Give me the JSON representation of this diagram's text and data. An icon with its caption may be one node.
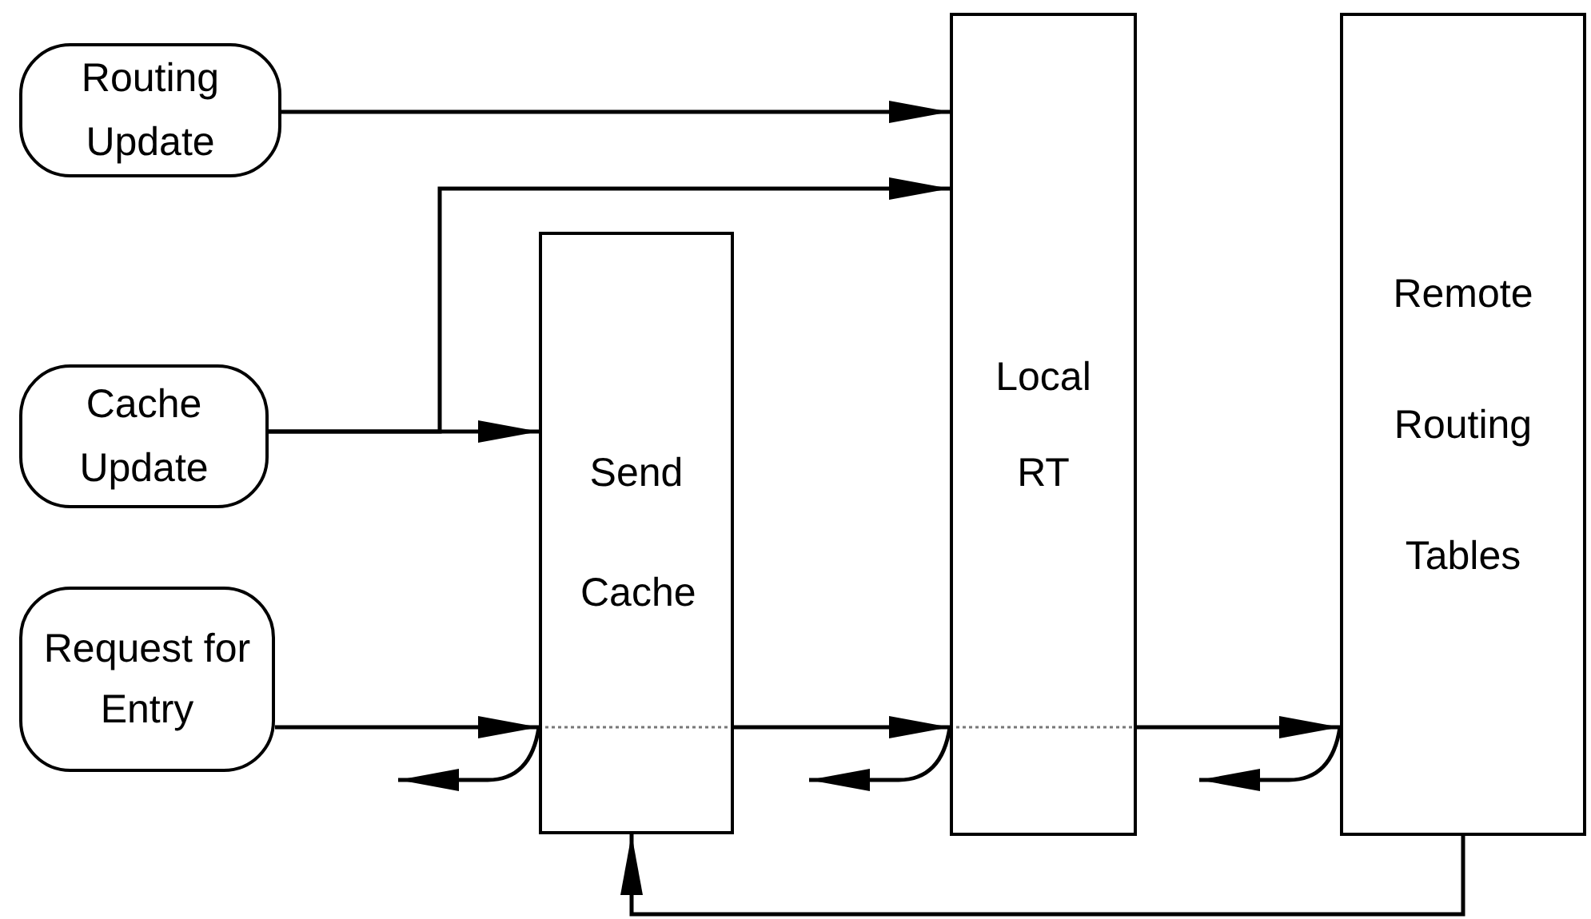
{
  "diagram": {
    "nodes": [
      {
        "text": [
          "Routing Update"
        ]
      },
      {
        "text": [
          "Cache Update"
        ]
      },
      {
        "text": [
          "Request for Entry"
        ]
      },
      {
        "text": [
          "Send Cache"
        ]
      },
      {
        "text": [
          "Local RT"
        ]
      },
      {
        "text": [
          "Remote Routing Tables"
        ]
      }
    ],
    "edges": [
      {
        "from": 0,
        "to": 4,
        "arrow": "to"
      },
      {
        "from": 1,
        "to": 3,
        "arrow": "to"
      },
      {
        "from": 1,
        "to": 4,
        "arrow": "to"
      },
      {
        "from": 2,
        "to": 3,
        "arrow": "to"
      },
      {
        "from": 3,
        "to": 4,
        "arrow": "to"
      },
      {
        "from": 4,
        "to": 5,
        "arrow": "to"
      },
      {
        "from": 5,
        "to": 3,
        "arrow": "to"
      },
      {
        "from": 3,
        "to": null,
        "arrow": "to"
      },
      {
        "from": 4,
        "to": null,
        "arrow": "to"
      },
      {
        "from": 5,
        "to": null,
        "arrow": "to"
      }
    ]
  }
}
